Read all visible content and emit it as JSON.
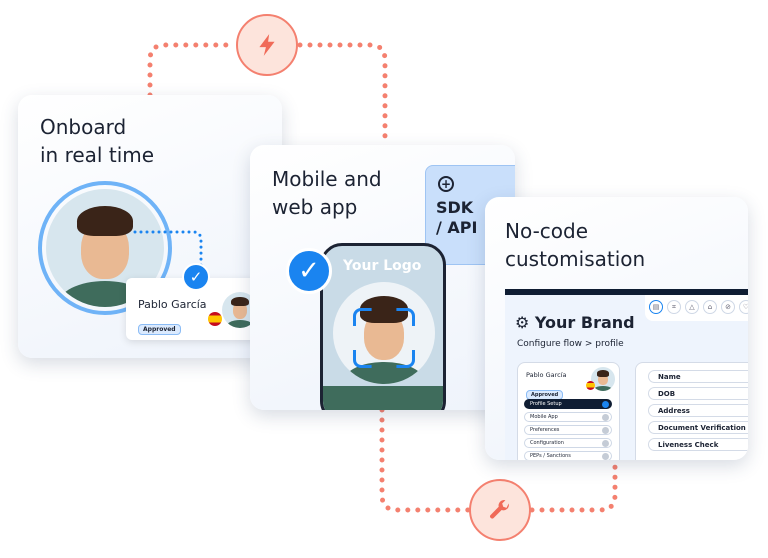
{
  "cards": {
    "onboard": {
      "title_line1": "Onboard",
      "title_line2": "in real time",
      "user_name": "Pablo García",
      "status": "Approved"
    },
    "mobile": {
      "title_line1": "Mobile and",
      "title_line2": "web app",
      "sdk_line1": "SDK",
      "sdk_line2": "/ API",
      "logo_text": "Your Logo"
    },
    "nocode": {
      "title_line1": "No-code",
      "title_line2": "customisation",
      "brand": "Your Brand",
      "breadcrumb": "Configure flow > profile",
      "user_name": "Pablo García",
      "status": "Approved",
      "steps": [
        "Profile Setup",
        "Mobile App",
        "Preferences",
        "Configuration",
        "PEPs / Sanctions"
      ],
      "fields": [
        "Name",
        "DOB",
        "Address",
        "Document Verification",
        "Liveness Check"
      ]
    }
  },
  "icons": {
    "top": "lightning-icon",
    "bottom": "wrench-icon"
  },
  "colors": {
    "accent": "#1a84f0",
    "coral": "#f4806f",
    "dark": "#0f1d33"
  }
}
